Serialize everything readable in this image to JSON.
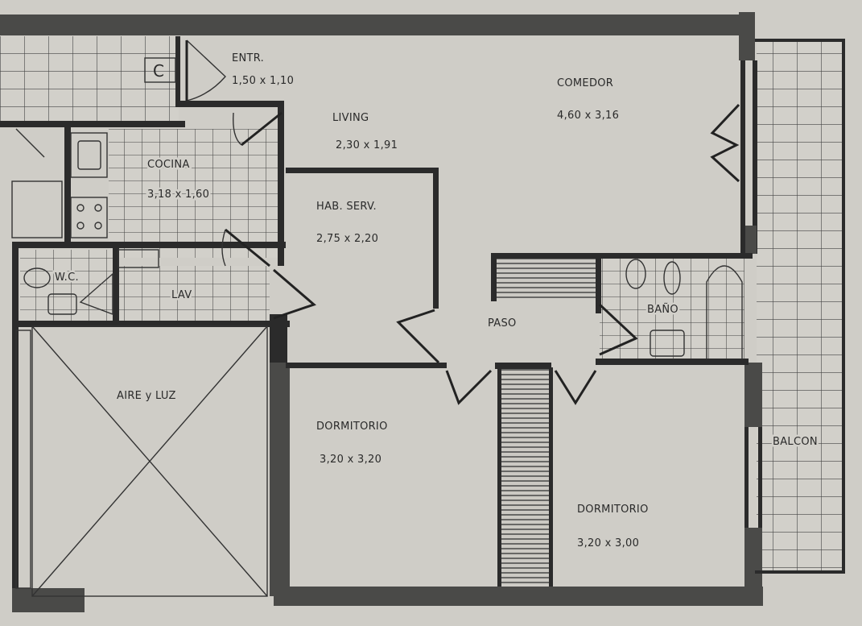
{
  "plan": {
    "rooms": {
      "entrada": {
        "name": "ENTR.",
        "size": "1,50 x 1,10"
      },
      "closet_c": {
        "name": "C"
      },
      "living": {
        "name": "LIVING",
        "size": "2,30 x 1,91"
      },
      "comedor": {
        "name": "COMEDOR",
        "size": "4,60 x 3,16"
      },
      "cocina": {
        "name": "COCINA",
        "size": "3,18 x 1,60"
      },
      "hab_serv": {
        "name": "HAB. SERV.",
        "size": "2,75 x 2,20"
      },
      "wc": {
        "name": "W.C."
      },
      "lav": {
        "name": "LAV"
      },
      "paso": {
        "name": "PASO"
      },
      "bano": {
        "name": "BAÑO"
      },
      "aire_luz": {
        "name": "AIRE y LUZ"
      },
      "dormitorio_1": {
        "name": "DORMITORIO",
        "size": "3,20 x 3,20"
      },
      "dormitorio_2": {
        "name": "DORMITORIO",
        "size": "3,20 x 3,00"
      },
      "balcon": {
        "name": "BALCON"
      }
    },
    "colors": {
      "paper": "#cfcdc7",
      "ink": "#2b2b2b"
    }
  }
}
